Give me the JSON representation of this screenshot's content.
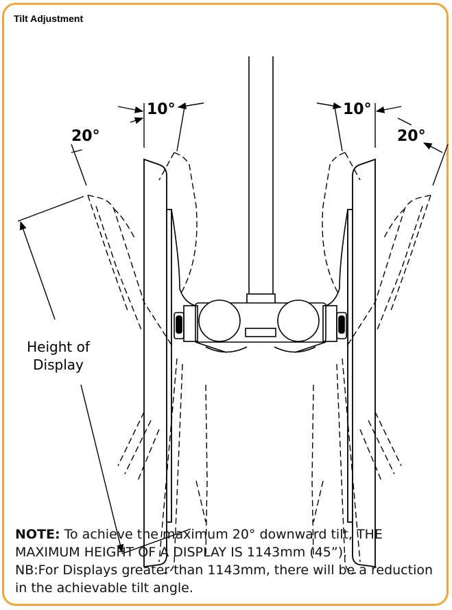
{
  "header": {
    "title": "Tilt Adjustment"
  },
  "diagram": {
    "angle_left_inner": "10°",
    "angle_left_outer": "20°",
    "angle_right_inner": "10°",
    "angle_right_outer": "20°",
    "height_label_line1": "Height of",
    "height_label_line2": "Display"
  },
  "note": {
    "keyword": "NOTE:",
    "line1": " To achieve the maximum 20° downward tilt, THE MAXIMUM HEIGHT OF A DISPLAY IS 1143mm (45”).",
    "line2": "NB:For Displays greater than 1143mm, there will be a reduction in the achievable tilt angle."
  },
  "colors": {
    "frame_border": "#f7a234"
  }
}
